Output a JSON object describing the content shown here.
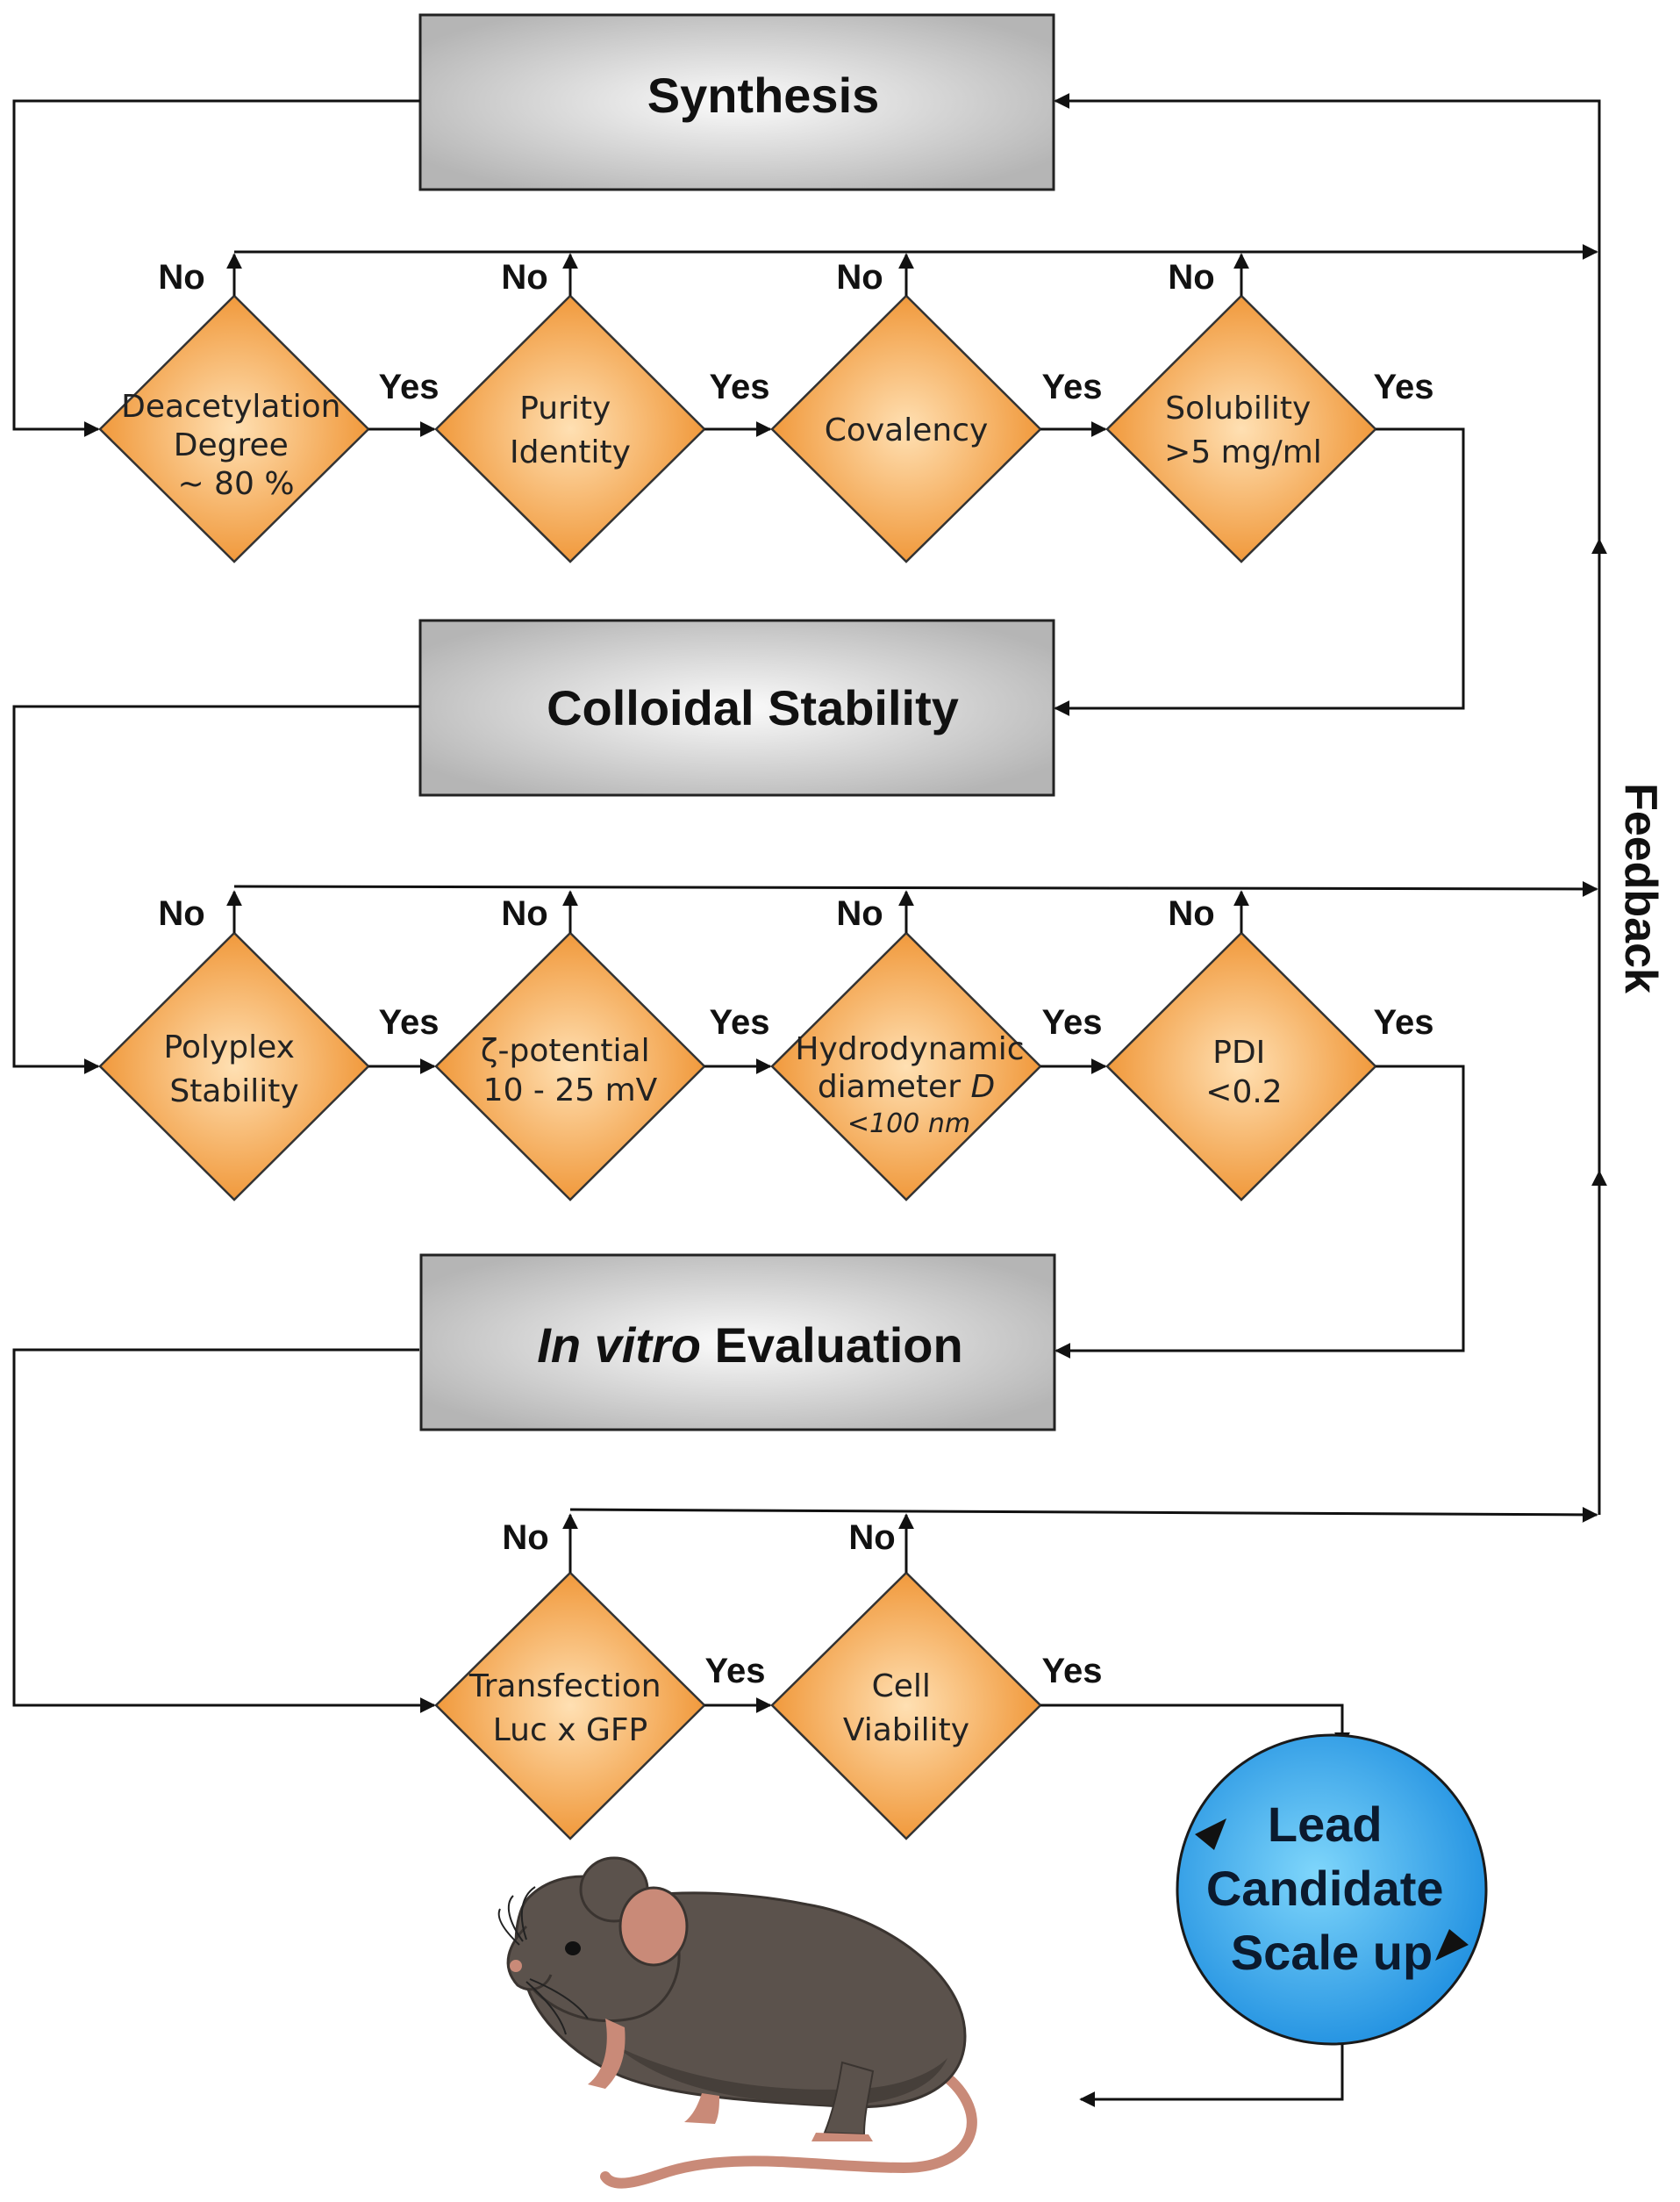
{
  "stages": {
    "synthesis": "Synthesis",
    "colloidal": "Colloidal Stability",
    "invitro_italic": "In vitro",
    "invitro_rest": " Evaluation"
  },
  "row1": {
    "d1": [
      "Deacetylation",
      "Degree",
      "~ 80 %"
    ],
    "d2": [
      "Purity",
      "Identity"
    ],
    "d3": [
      "Covalency"
    ],
    "d4": [
      "Solubility",
      ">5 mg/ml"
    ]
  },
  "row2": {
    "d1": [
      "Polyplex",
      "Stability"
    ],
    "d2": [
      "ζ-potential",
      "10 - 25 mV"
    ],
    "d3": [
      "Hydrodynamic",
      "diameter "
    ],
    "d3_italic_D": "D",
    "d3_italic_line": "<100 nm",
    "d4": [
      "PDI",
      "<0.2"
    ]
  },
  "row3": {
    "d1": [
      "Transfection",
      "Luc x GFP"
    ],
    "d2": [
      "Cell",
      "Viability"
    ]
  },
  "labels": {
    "yes": "Yes",
    "no": "No",
    "feedback": "Feedback"
  },
  "lead": [
    "Lead",
    "Candidate",
    "Scale up"
  ],
  "colors": {
    "diamond_light": "#ffd29a",
    "diamond_dark": "#f0962e",
    "box_light": "#f7f7f7",
    "box_dark": "#b9b9b9",
    "lead_light": "#4fc3f7",
    "lead_dark": "#1e88e5",
    "mouse_body": "#5b524c",
    "mouse_pink": "#c98a78"
  },
  "icons": [
    "mouse-illustration"
  ]
}
